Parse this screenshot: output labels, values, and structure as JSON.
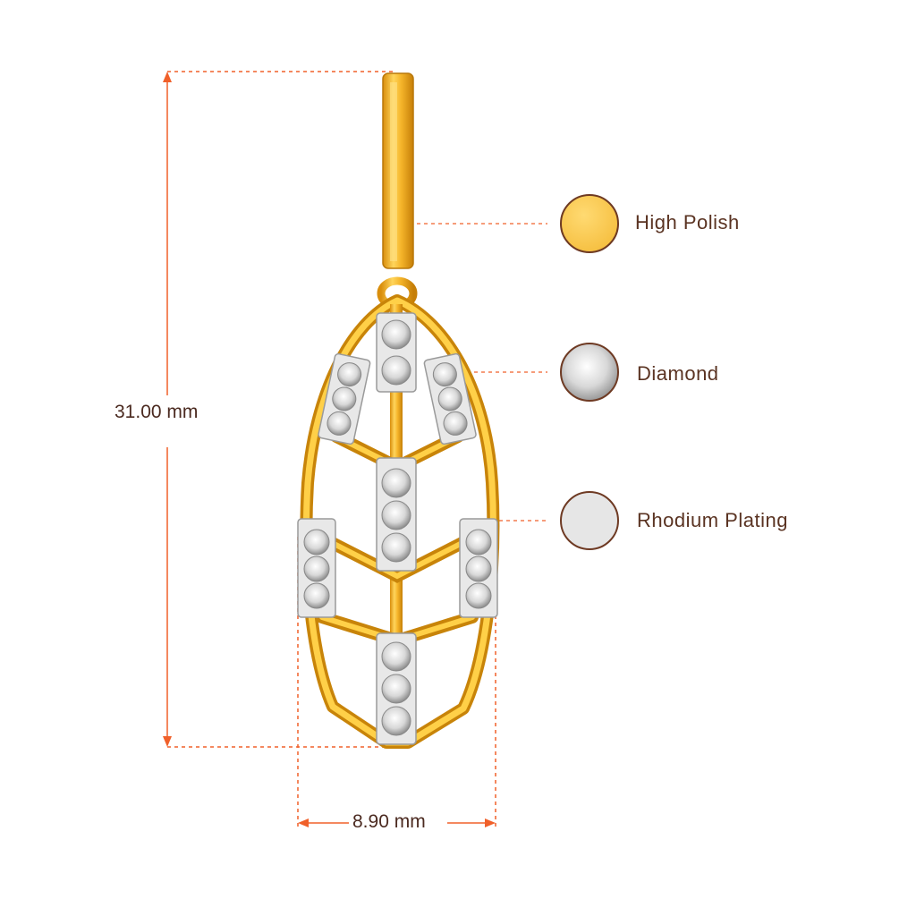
{
  "dimensions": {
    "height_label": "31.00 mm",
    "width_label": "8.90 mm"
  },
  "legend": [
    {
      "label": "High Polish",
      "icon": "gold-swatch-icon",
      "color": "#f6c23e"
    },
    {
      "label": "Diamond",
      "icon": "diamond-swatch-icon",
      "color": "#d9d9d9"
    },
    {
      "label": "Rhodium Plating",
      "icon": "rhodium-swatch-icon",
      "color": "#e5e5e5"
    }
  ],
  "colors": {
    "dimension_line": "#f0602a",
    "gold": "#f0b31f",
    "gold_light": "#ffd45a",
    "gold_dark": "#c9830b",
    "diamond": "#f2f2f2",
    "text": "#5a3322"
  }
}
